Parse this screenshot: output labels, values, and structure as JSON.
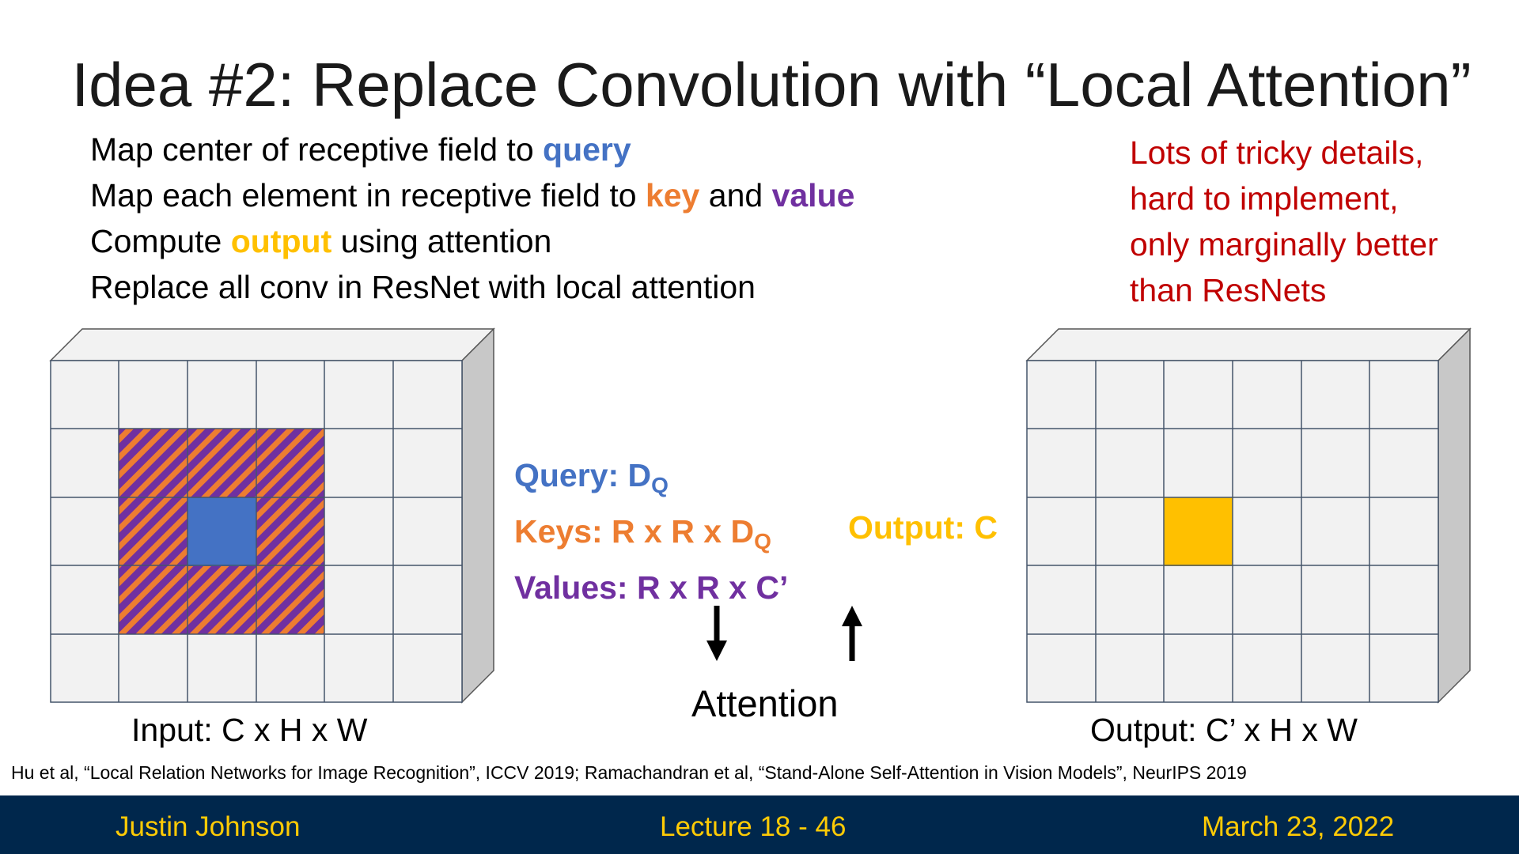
{
  "title": "Idea #2: Replace Convolution with “Local Attention”",
  "bullets": {
    "line1_prefix": "Map center of receptive field to ",
    "line1_query": "query",
    "line2_prefix": "Map each element in receptive field to ",
    "line2_key": "key",
    "line2_and": " and ",
    "line2_value": "value",
    "line3_prefix": "Compute ",
    "line3_output": "output",
    "line3_suffix": " using attention",
    "line4": "Replace all conv in ResNet with local attention"
  },
  "note": [
    "Lots of tricky details,",
    "hard to implement,",
    "only marginally better",
    "than ResNets"
  ],
  "diagram": {
    "query_label": "Query: D",
    "query_sub": "Q",
    "keys_label": "Keys: R x R x D",
    "keys_sub": "Q",
    "values_label": "Values: R x R x C’",
    "output_label": "Output: C",
    "attention_label": "Attention",
    "input_caption": "Input: C x H x W",
    "output_caption": "Output: C’ x H x W"
  },
  "colors": {
    "query": "#4472C4",
    "key": "#ED7D31",
    "value": "#7030A0",
    "output": "#FFC000",
    "note": "#C00000",
    "footer_bg": "#00274C",
    "footer_text": "#FFCB05"
  },
  "citation": "Hu et al, “Local Relation Networks for Image Recognition”, ICCV 2019;  Ramachandran et al, “Stand-Alone Self-Attention in Vision Models”, NeurIPS 2019",
  "footer": {
    "author": "Justin Johnson",
    "lecture": "Lecture 18 -  46",
    "date": "March 23, 2022"
  }
}
